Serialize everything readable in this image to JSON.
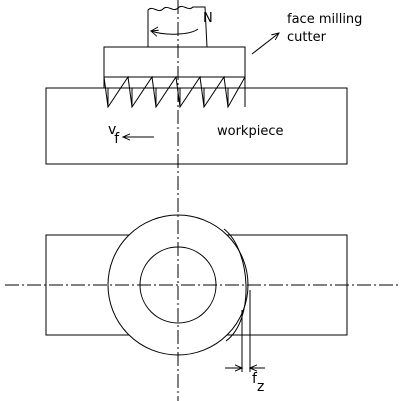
{
  "labels": {
    "rotation": "N",
    "cutter_line1": "face milling",
    "cutter_line2": "cutter",
    "workpiece": "workpiece",
    "feed_velocity_main": "v",
    "feed_velocity_sub": "f",
    "feed_per_tooth_main": "f",
    "feed_per_tooth_sub": "z"
  }
}
